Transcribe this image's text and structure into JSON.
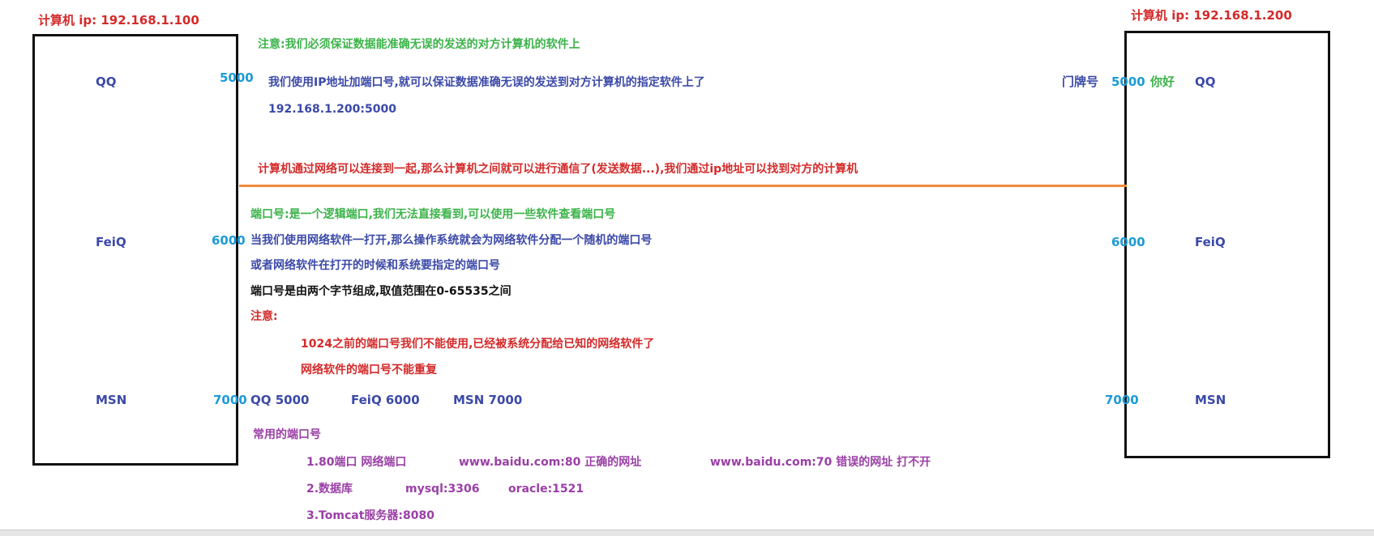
{
  "left_computer": {
    "title": "计算机 ip: 192.168.1.100",
    "apps": [
      {
        "name": "QQ",
        "port": "5000"
      },
      {
        "name": "FeiQ",
        "port": "6000"
      },
      {
        "name": "MSN",
        "port": "7000"
      }
    ]
  },
  "right_computer": {
    "title": "计算机 ip: 192.168.1.200",
    "apps": [
      {
        "name": "QQ",
        "port": "5000",
        "door_label": "门牌号",
        "greeting": "你好"
      },
      {
        "name": "FeiQ",
        "port": "6000"
      },
      {
        "name": "MSN",
        "port": "7000"
      }
    ]
  },
  "notes": {
    "top_note": "注意:我们必须保证数据能准确无误的发送的对方计算机的软件上",
    "ip_port_line1": "我们使用IP地址加端口号,就可以保证数据准确无误的发送到对方计算机的指定软件上了",
    "ip_port_example": "192.168.1.200:5000",
    "network_note": "计算机通过网络可以连接到一起,那么计算机之间就可以进行通信了(发送数据...),我们通过ip地址可以找到对方的计算机",
    "port_def": "端口号:是一个逻辑端口,我们无法直接看到,可以使用一些软件查看端口号",
    "port_random": "当我们使用网络软件一打开,那么操作系统就会为网络软件分配一个随机的端口号",
    "port_specified": "或者网络软件在打开的时候和系统要指定的端口号",
    "port_range": "端口号是由两个字节组成,取值范围在0-65535之间",
    "attention": "注意:",
    "attention_1": "1024之前的端口号我们不能使用,已经被系统分配给已知的网络软件了",
    "attention_2": "网络软件的端口号不能重复"
  },
  "port_summary": {
    "qq": "QQ 5000",
    "feiq": "FeiQ 6000",
    "msn": "MSN 7000"
  },
  "common_ports": {
    "heading": "常用的端口号",
    "item1_a": "1.80端口 网络端口",
    "item1_b": "www.baidu.com:80 正确的网址",
    "item1_c": "www.baidu.com:70 错误的网址 打不开",
    "item2_a": "2.数据库",
    "item2_b": "mysql:3306",
    "item2_c": "oracle:1521",
    "item3": "3.Tomcat服务器:8080"
  },
  "colors": {
    "red": "#d42a2a",
    "green": "#3cb34a",
    "blue": "#3b49a8",
    "cyan": "#1c9bd6",
    "purple": "#9a3fa6",
    "line_orange": "#f08a3a"
  }
}
